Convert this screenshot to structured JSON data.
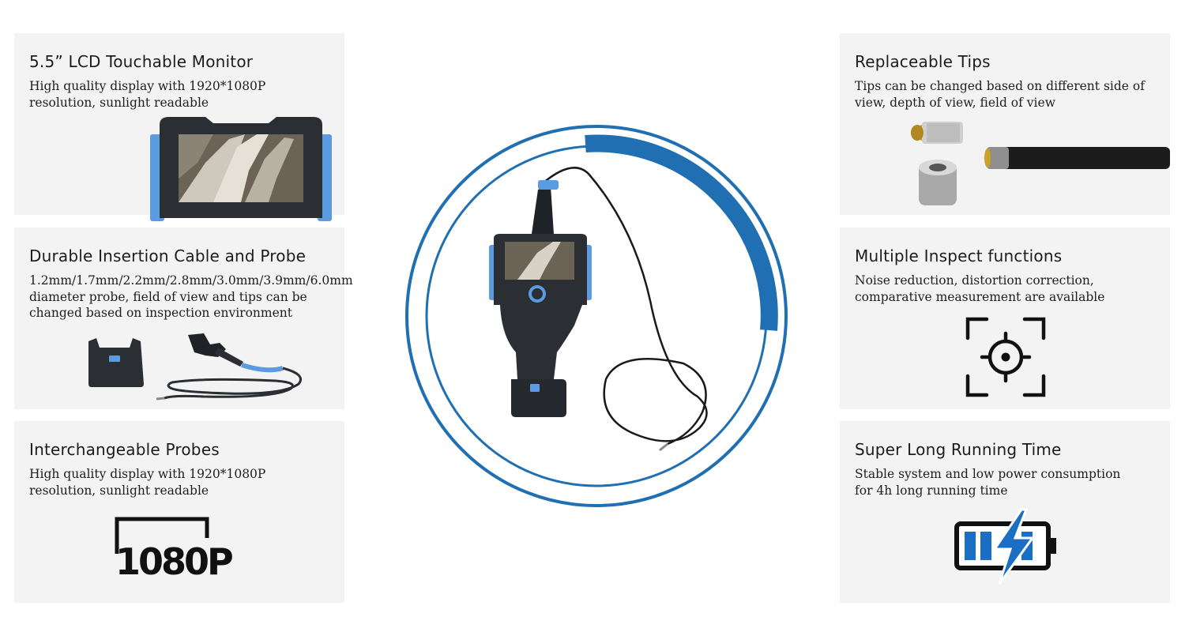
{
  "features": {
    "lcd_monitor": {
      "title": "5.5”  LCD Touchable Monitor",
      "description": "High quality display with 1920*1080P resolution, sunlight readable"
    },
    "insertion_cable": {
      "title": "Durable Insertion Cable and Probe",
      "description": "1.2mm/1.7mm/2.2mm/2.8mm/3.0mm/3.9mm/6.0mm diameter probe, field of view and tips can be changed based on inspection environment"
    },
    "interchangeable_probes": {
      "title": "Interchangeable Probes",
      "description": "High quality display with 1920*1080P resolution, sunlight readable",
      "badge": "1080P"
    },
    "replaceable_tips": {
      "title": "Replaceable Tips",
      "description": "Tips can be changed based on different side of view, depth of view, field of view"
    },
    "inspect_functions": {
      "title": "Multiple Inspect functions",
      "description": "Noise reduction, distortion correction, comparative measurement are available"
    },
    "running_time": {
      "title": "Super Long Running Time",
      "description": "Stable system and low power consumption for 4h long running time"
    }
  },
  "icons": {
    "focus": "crosshair-focus-icon",
    "battery": "battery-charging-icon",
    "resolution": "1080p-badge-icon"
  },
  "colors": {
    "accent_blue": "#1f6fb2",
    "panel_bg": "#f3f3f3",
    "device_body": "#2b2e33",
    "device_trim": "#5b9be0",
    "bolt_blue": "#1a6fc4"
  }
}
